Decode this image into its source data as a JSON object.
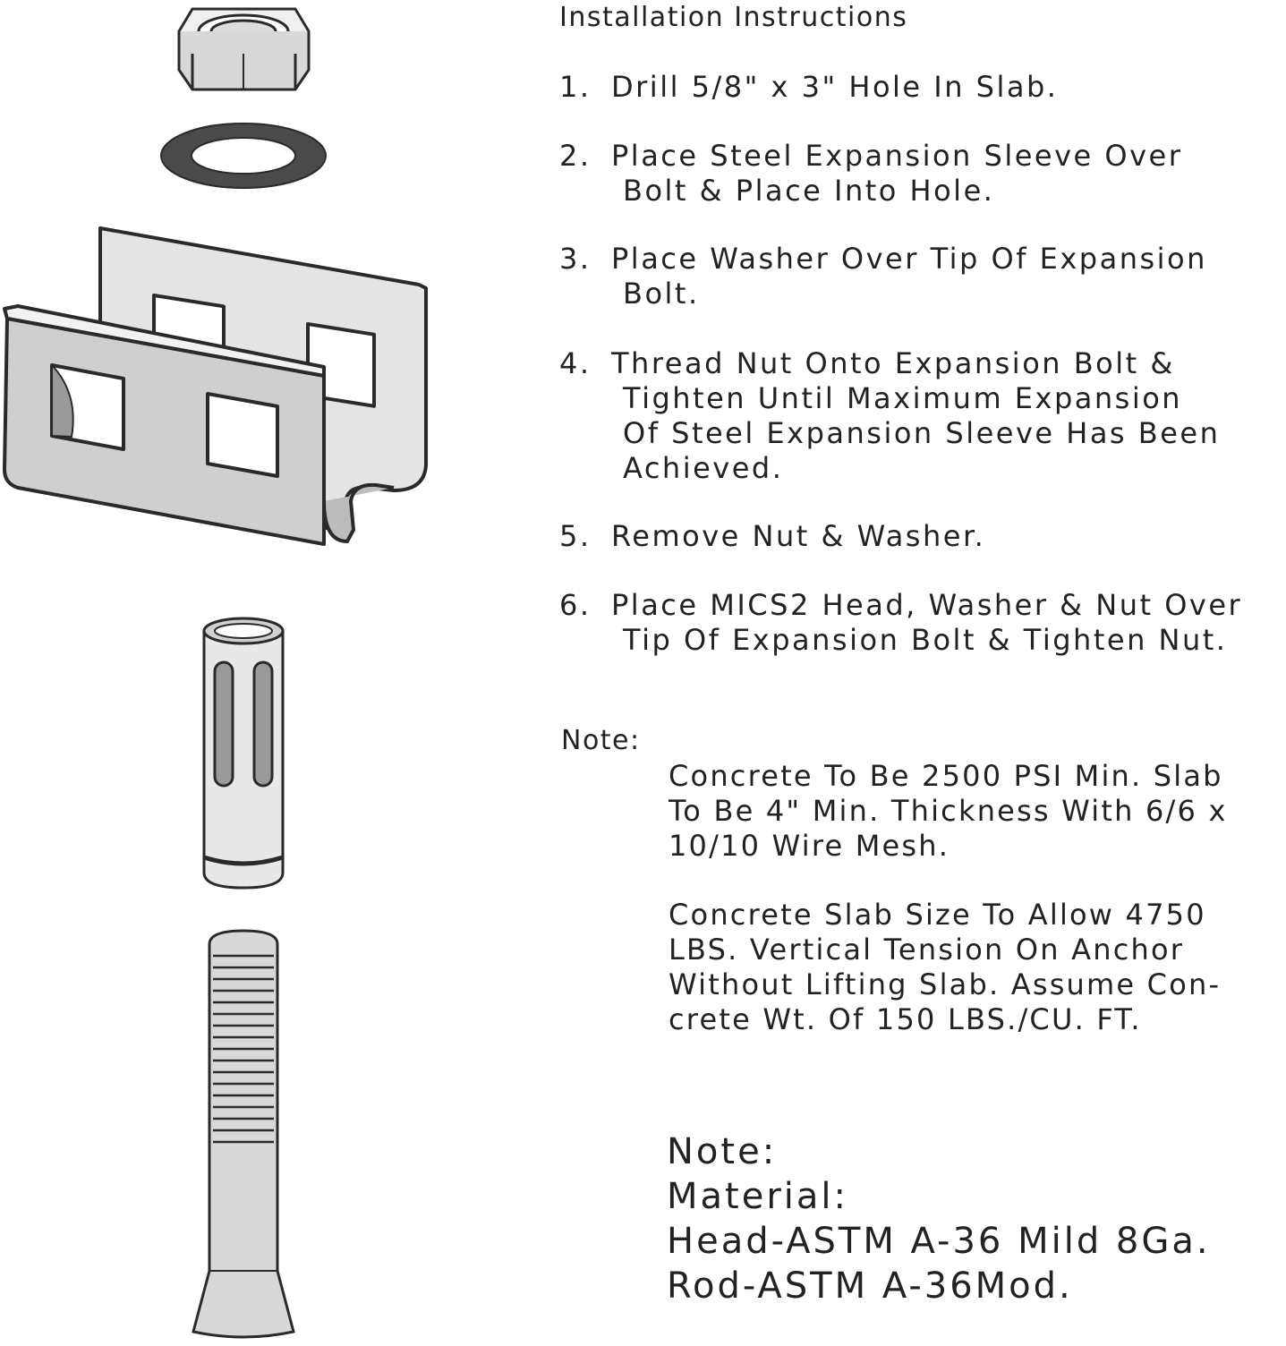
{
  "title": "Installation Instructions",
  "steps": [
    {
      "num": "1.",
      "lines": [
        "Drill 5/8\" x 3\" Hole In Slab."
      ]
    },
    {
      "num": "2.",
      "lines": [
        "Place Steel Expansion Sleeve Over",
        "Bolt & Place Into Hole."
      ]
    },
    {
      "num": "3.",
      "lines": [
        "Place Washer Over Tip Of Expansion",
        "Bolt."
      ]
    },
    {
      "num": "4.",
      "lines": [
        "Thread Nut Onto Expansion Bolt &",
        "Tighten Until Maximum Expansion",
        "Of Steel Expansion Sleeve Has Been",
        "Achieved."
      ]
    },
    {
      "num": "5.",
      "lines": [
        "Remove Nut & Washer."
      ]
    },
    {
      "num": "6.",
      "lines": [
        "Place MICS2 Head, Washer & Nut Over",
        "Tip Of Expansion Bolt & Tighten Nut."
      ]
    }
  ],
  "note": {
    "label": "Note:",
    "paragraphs": [
      [
        "Concrete To Be 2500 PSI Min. Slab",
        "To Be 4\" Min. Thickness With 6/6 x",
        "10/10 Wire Mesh."
      ],
      [
        "Concrete Slab Size To Allow 4750",
        "LBS. Vertical Tension On Anchor",
        "Without Lifting Slab. Assume Con-",
        "crete Wt. Of 150 LBS./CU. FT."
      ]
    ]
  },
  "material": {
    "label": "Note:",
    "heading": "Material:",
    "head": "Head-ASTM A-36 Mild 8Ga.",
    "rod": "Rod-ASTM A-36Mod."
  },
  "parts": {
    "nut": "hex-nut-icon",
    "washer": "washer-icon",
    "bracket": "bracket-head-icon",
    "sleeve": "expansion-sleeve-icon",
    "bolt": "expansion-bolt-icon"
  },
  "colors": {
    "metal_light": "#e6e6e6",
    "metal_mid": "#cfcfcf",
    "metal_dark": "#9a9a9a",
    "outline": "#2a2a2a",
    "washer_ring": "#4a4a4a"
  }
}
